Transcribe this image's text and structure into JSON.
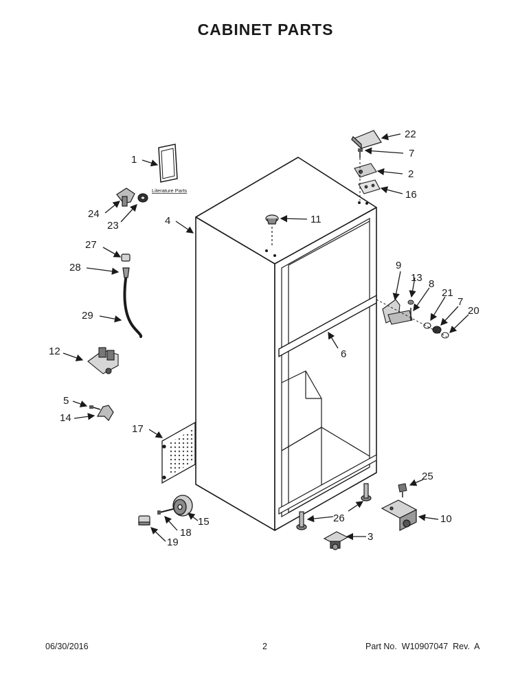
{
  "title": "CABINET PARTS",
  "literature_label": "Literature Parts",
  "callouts": {
    "c1": "1",
    "c2": "2",
    "c3": "3",
    "c4": "4",
    "c5": "5",
    "c6": "6",
    "c7a": "7",
    "c7b": "7",
    "c8": "8",
    "c9": "9",
    "c10": "10",
    "c11": "11",
    "c12": "12",
    "c13": "13",
    "c14": "14",
    "c15": "15",
    "c16": "16",
    "c17": "17",
    "c18": "18",
    "c19": "19",
    "c20": "20",
    "c21": "21",
    "c22": "22",
    "c23": "23",
    "c24": "24",
    "c25": "25",
    "c26": "26",
    "c27": "27",
    "c28": "28",
    "c29": "29"
  },
  "footer": {
    "date": "06/30/2016",
    "page": "2",
    "part": "Part No.  W10907047  Rev.  A"
  }
}
